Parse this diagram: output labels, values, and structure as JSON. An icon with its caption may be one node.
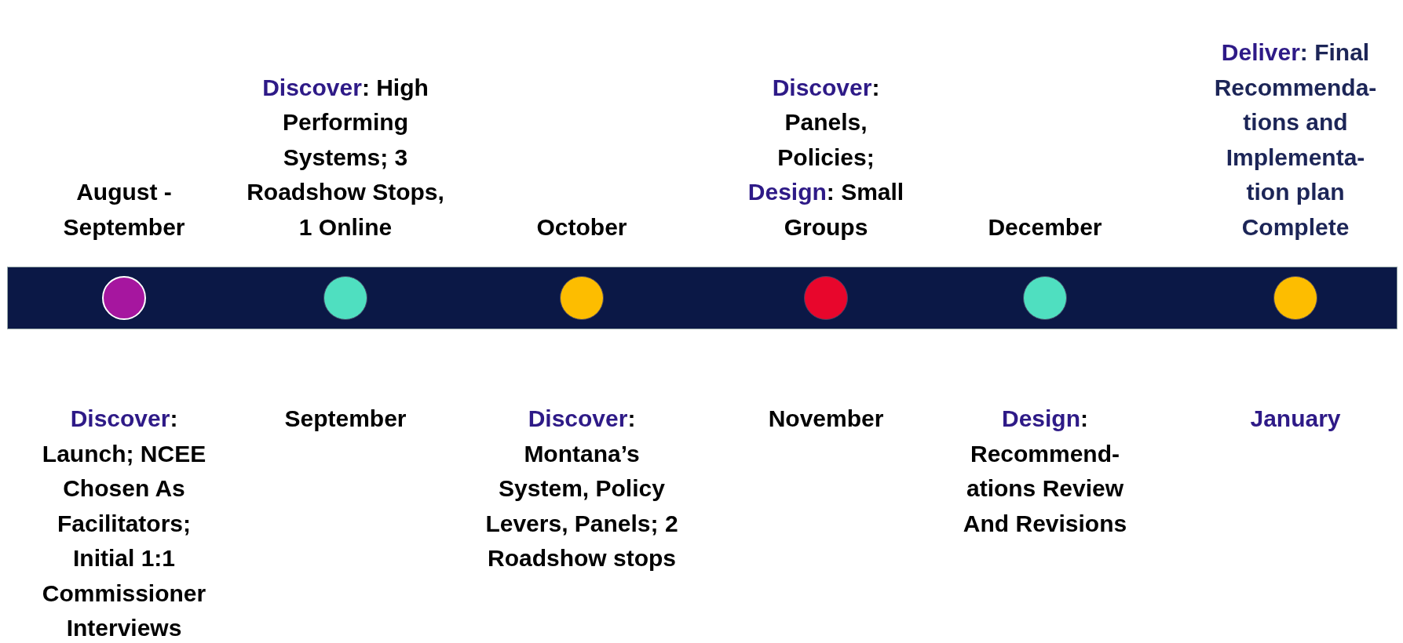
{
  "diagram": {
    "nodes": [
      {
        "text": [],
        "shape": "bar"
      },
      {
        "text": [],
        "shape": "circle",
        "in": 0,
        "beside": [
          "August - September",
          "Discover: Launch; NCEE Chosen As Facilitators; Initial 1:1 Commissioner Interviews"
        ]
      },
      {
        "text": [],
        "shape": "circle",
        "in": 0,
        "beside": [
          "Discover: High Performing Systems; 3 Roadshow Stops, 1 Online",
          "September"
        ]
      },
      {
        "text": [],
        "shape": "circle",
        "in": 0,
        "beside": [
          "October",
          "Discover: Montana’s System, Policy Levers, Panels; 2 Roadshow stops"
        ]
      },
      {
        "text": [],
        "shape": "circle",
        "in": 0,
        "beside": [
          "Discover: Panels, Policies; Design: Small Groups",
          "November"
        ]
      },
      {
        "text": [],
        "shape": "circle",
        "in": 0,
        "beside": [
          "December",
          "Design: Recommend-ations Review And Revisions"
        ]
      },
      {
        "text": [],
        "shape": "circle",
        "in": 0,
        "beside": [
          "Deliver: Final Recommenda-tions and Implementa-tion plan Complete",
          "January"
        ]
      }
    ]
  }
}
